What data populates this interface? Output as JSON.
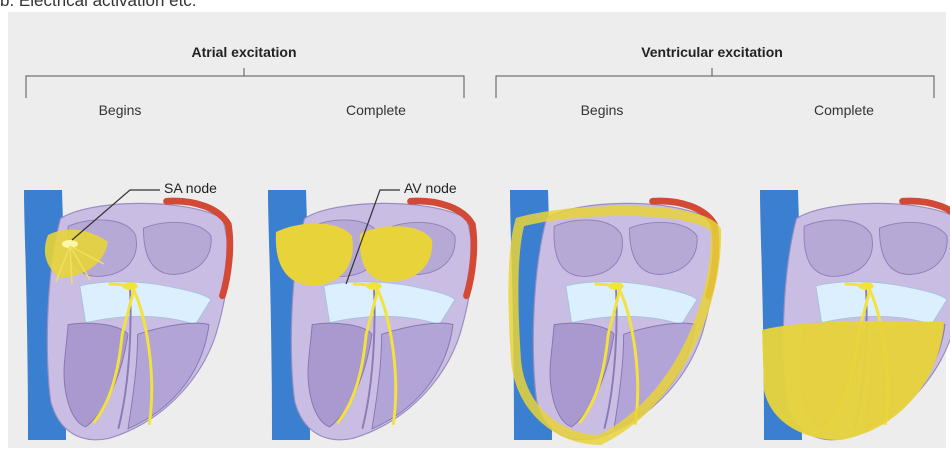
{
  "caption_fragment": "b.   Electrical activation etc.",
  "groups": [
    {
      "title": "Atrial excitation",
      "stages": [
        "Begins",
        "Complete"
      ]
    },
    {
      "title": "Ventricular excitation",
      "stages": [
        "Begins",
        "Complete"
      ]
    }
  ],
  "callouts": {
    "sa_node": "SA node",
    "av_node": "AV node"
  },
  "colors": {
    "excited_yellow": "#e8d43a",
    "tissue_lavender": "#c9bde3",
    "vein_blue": "#3a7fd0",
    "artery_red": "#d24a35",
    "conduction_yellow": "#f3e23a",
    "background": "#ededed"
  }
}
